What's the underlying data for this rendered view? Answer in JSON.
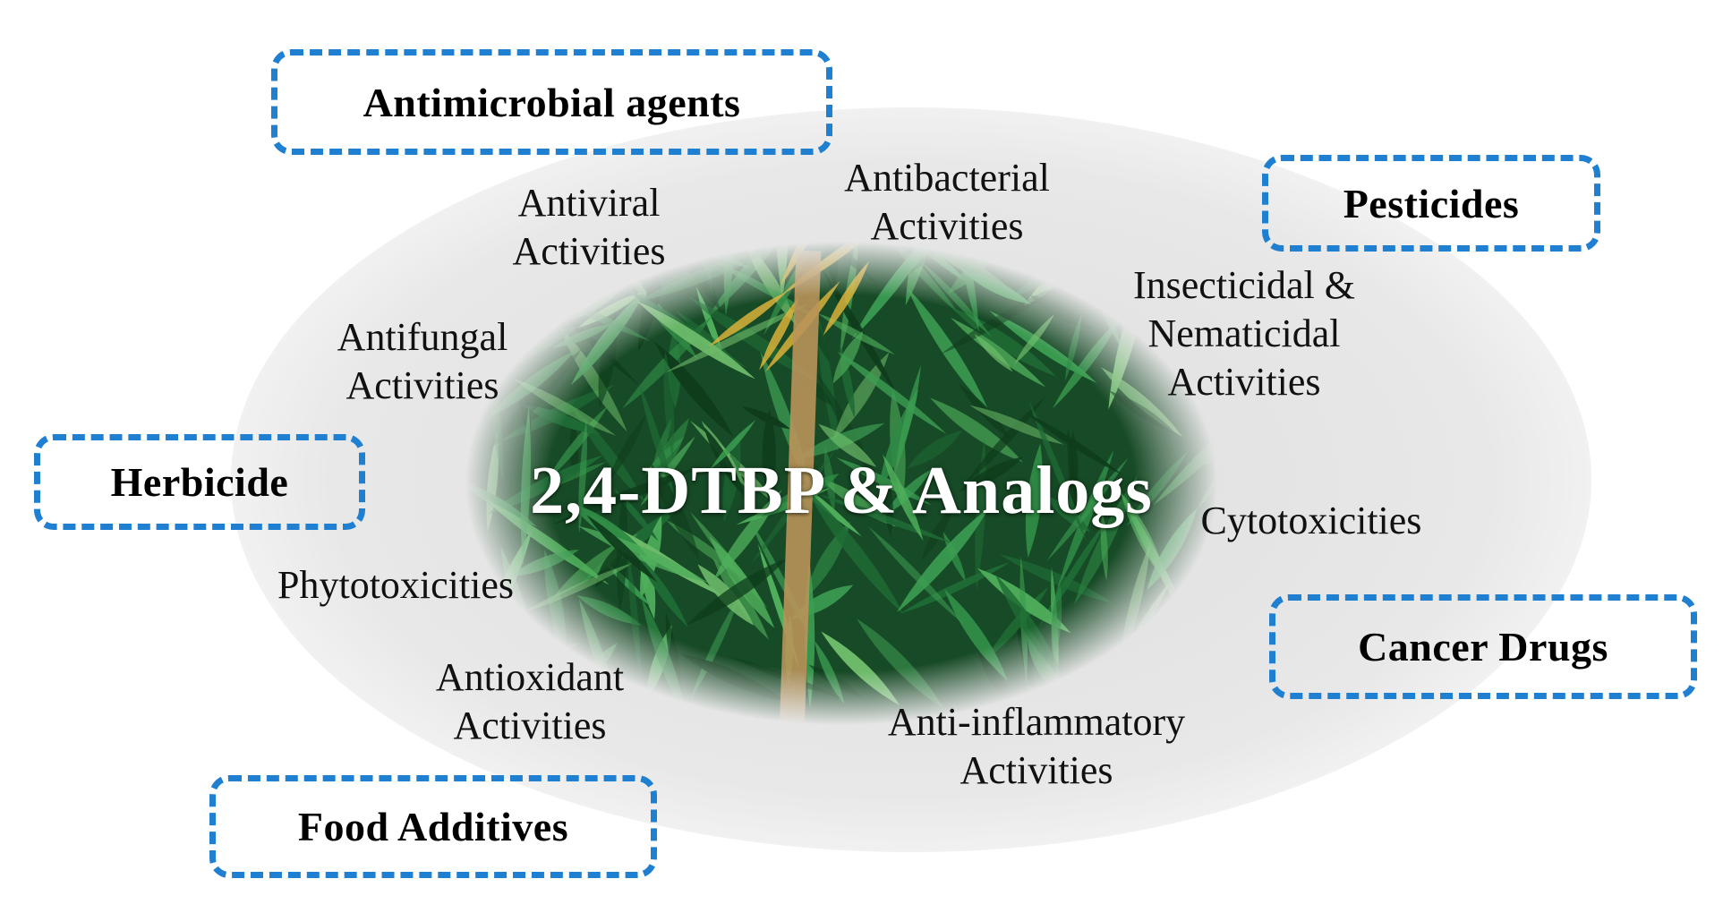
{
  "center_label": "2,4-DTBP & Analogs",
  "categories": {
    "antimicrobial": "Antimicrobial agents",
    "pesticides": "Pesticides",
    "herbicide": "Herbicide",
    "cancer_drugs": "Cancer Drugs",
    "food_additives": "Food Additives"
  },
  "activities": {
    "antiviral": [
      "Antiviral",
      "Activities"
    ],
    "antibacterial": [
      "Antibacterial",
      "Activities"
    ],
    "antifungal": [
      "Antifungal",
      "Activities"
    ],
    "insecticidal": [
      "Insecticidal &",
      "Nematicidal",
      "Activities"
    ],
    "cytotoxicities": [
      "Cytotoxicities"
    ],
    "phytotoxicities": [
      "Phytotoxicities"
    ],
    "antioxidant": [
      "Antioxidant",
      "Activities"
    ],
    "anti_inflammatory": [
      "Anti-inflammatory",
      "Activities"
    ]
  },
  "colors": {
    "box_border": "#1f7fd1",
    "outer_ellipse": "#e6e6e6",
    "foliage_dark": "#0f3d1c",
    "foliage_mid": "#1f6b35",
    "foliage_light": "#4fae5b"
  }
}
